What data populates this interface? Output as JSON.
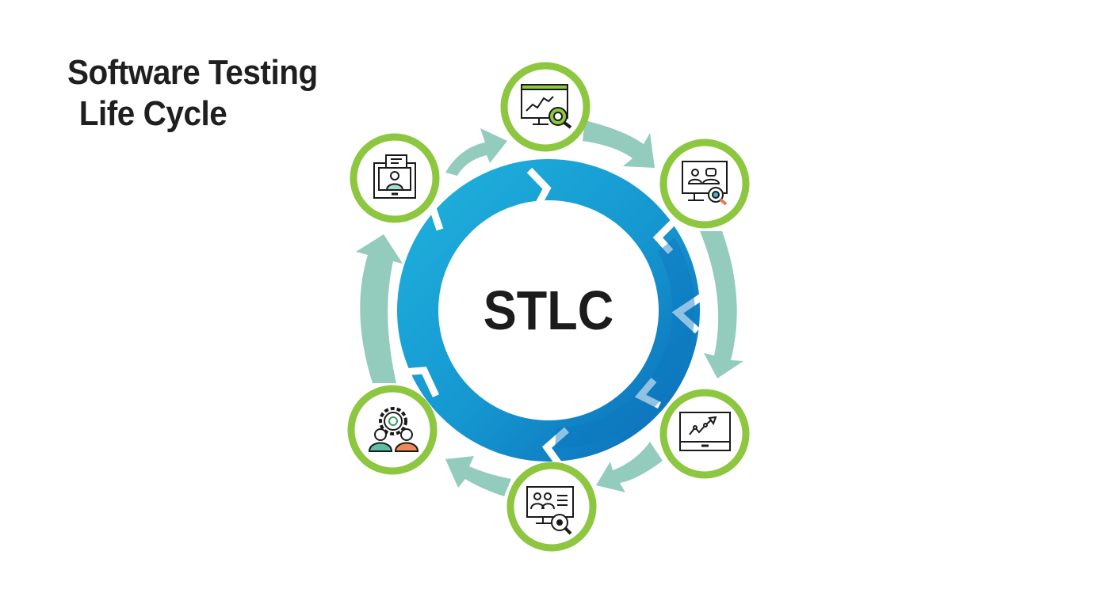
{
  "title": {
    "line1": "Software Testing",
    "line2": "Life Cycle"
  },
  "center": {
    "label": "STLC"
  },
  "colors": {
    "node_ring": "#8DC63F",
    "outer_arrow": "#93CBBD",
    "ring_light": "#1AA6D6",
    "ring_dark": "#0E78BF",
    "icon_stroke": "#1a1a1a",
    "accent_teal": "#5BBFA3",
    "accent_orange": "#EE8A55"
  },
  "nodes": [
    {
      "position": "top",
      "icon": "monitor-chart-magnifier-icon"
    },
    {
      "position": "top-right",
      "icon": "monitor-users-magnifier-icon"
    },
    {
      "position": "bottom-right",
      "icon": "laptop-trend-chart-icon"
    },
    {
      "position": "bottom",
      "icon": "monitor-team-list-magnifier-icon"
    },
    {
      "position": "bottom-left",
      "icon": "gear-team-icon"
    },
    {
      "position": "top-left",
      "icon": "tablet-user-document-icon"
    }
  ]
}
